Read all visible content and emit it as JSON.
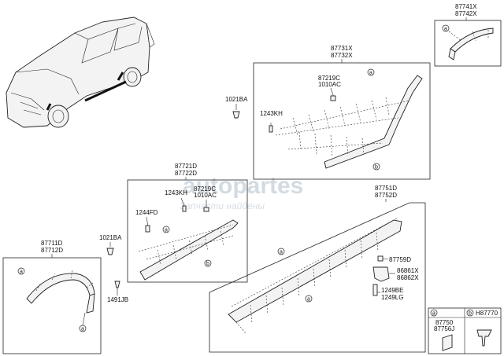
{
  "watermark": {
    "brand": "autopartes",
    "tagline": "Запчасти найдены"
  },
  "labels": {
    "p87741x": "87741X",
    "p87742x": "87742X",
    "p87731x": "87731X",
    "p87732x": "87732X",
    "p87219c_a": "87219C",
    "p1010ac_a": "1010AC",
    "p1021ba_a": "1021BA",
    "p1243kh_a": "1243KH",
    "p87721d": "87721D",
    "p87722d": "87722D",
    "p1243kh_b": "1243KH",
    "p87219c_b": "87219C",
    "p1010ac_b": "1010AC",
    "p1244fd": "1244FD",
    "p87751d": "87751D",
    "p87752d": "87752D",
    "p1021ba_b": "1021BA",
    "p87711d": "87711D",
    "p87712d": "87712D",
    "p1491jb": "1491JB",
    "p87759d": "87759D",
    "p86861x": "86861X",
    "p86862x": "86862X",
    "p1249be": "1249BE",
    "p1249lg": "1249LG",
    "legend_a": "a",
    "legend_b": "b",
    "p87750": "87750",
    "p87756j": "87756J",
    "h87770": "H87770"
  },
  "callouts": {
    "a": "a",
    "b": "b"
  }
}
